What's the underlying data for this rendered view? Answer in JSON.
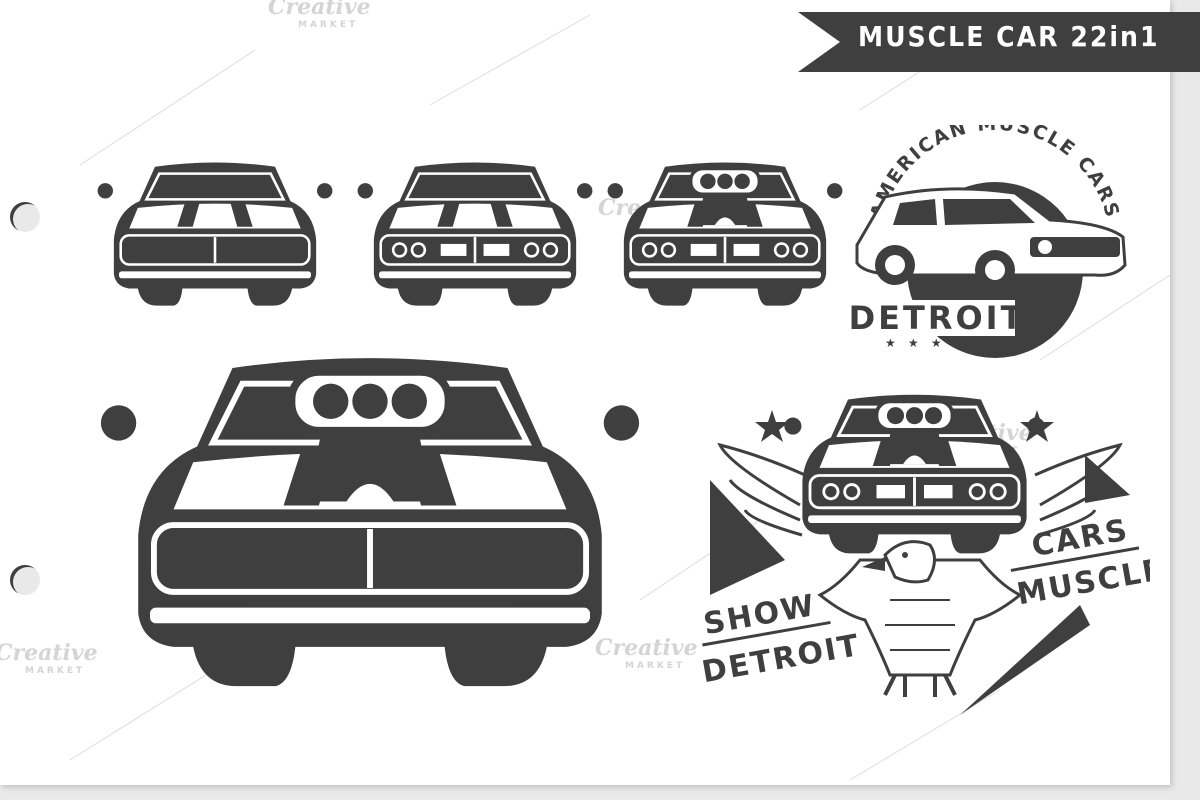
{
  "header": {
    "title": "MUSCLE CAR 22in1"
  },
  "badge_round": {
    "arc_text": "AMERICAN MUSCLE CARS",
    "city": "DETROIT",
    "stars": "★ ★ ★"
  },
  "badge_eagle": {
    "line1": "SHOW",
    "line2": "DETROIT",
    "line3": "CARS",
    "line4": "MUSCLE"
  },
  "watermark": {
    "brand": "Creative",
    "sub": "MARKET"
  },
  "colors": {
    "ink": "#3f3f3f",
    "paper": "#ffffff",
    "background": "#e9e9e9"
  },
  "icons": [
    "star-icon",
    "eagle-icon",
    "car-front-icon",
    "car-side-icon"
  ]
}
